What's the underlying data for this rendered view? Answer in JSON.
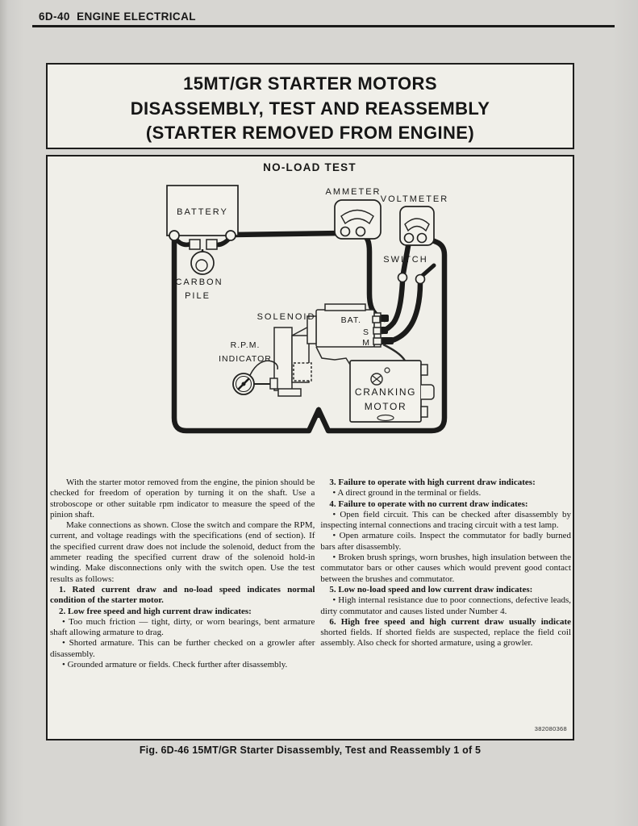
{
  "page": {
    "header": "6D-40  ENGINE ELECTRICAL",
    "title_lines": [
      "15MT/GR STARTER MOTORS",
      "DISASSEMBLY, TEST AND REASSEMBLY",
      "(STARTER REMOVED FROM ENGINE)"
    ],
    "figure_number": "382080368",
    "caption": "Fig. 6D-46 15MT/GR Starter Disassembly, Test and Reassembly 1 of 5"
  },
  "diagram": {
    "title": "NO-LOAD TEST",
    "labels": {
      "battery": "BATTERY",
      "ammeter": "AMMETER",
      "voltmeter": "VOLTMETER",
      "switch": "SWITCH",
      "carbon_line1": "CARBON",
      "carbon_line2": "PILE",
      "solenoid": "SOLENOID",
      "rpm_line1": "R.P.M.",
      "rpm_line2": "INDICATOR",
      "terminal_bat": "BAT.",
      "terminal_s": "S",
      "terminal_m": "M",
      "motor_line1": "CRANKING",
      "motor_line2": "MOTOR"
    }
  },
  "columns": {
    "left": [
      {
        "type": "plain",
        "text": "With the starter motor removed from the engine, the pinion should be checked for freedom of operation by turning it on the shaft. Use a stroboscope or other suitable rpm indicator to measure the speed of the pinion shaft."
      },
      {
        "type": "plain",
        "text": "Make connections as shown. Close the switch and compare the RPM, current, and voltage readings with the specifications (end of section). If the specified current draw does not include the solenoid, deduct from the ammeter reading the specified current draw of the solenoid hold-in winding. Make disconnections only with the switch open. Use the test results as follows:"
      },
      {
        "type": "bold",
        "text": "1. Rated current draw and no-load speed indicates normal condition of the starter motor."
      },
      {
        "type": "bold",
        "text": "2. Low free speed and high current draw indicates:"
      },
      {
        "type": "bullet",
        "text": "• Too much friction — tight, dirty, or worn bearings, bent armature shaft allowing armature to drag."
      },
      {
        "type": "bullet",
        "text": "• Shorted armature. This can be further checked on a growler after disassembly."
      },
      {
        "type": "bullet",
        "text": "• Grounded armature or fields. Check further after disassembly."
      }
    ],
    "right": [
      {
        "type": "bold",
        "text": "3. Failure to operate with high current draw indicates:"
      },
      {
        "type": "bullet",
        "text": "• A direct ground in the terminal or fields."
      },
      {
        "type": "bold",
        "text": "4. Failure to operate with no current draw indicates:"
      },
      {
        "type": "bullet",
        "text": "• Open field circuit. This can be checked after disassembly by inspecting internal connections and tracing circuit with a test lamp."
      },
      {
        "type": "bullet",
        "text": "• Open armature coils. Inspect the commutator for badly burned bars after disassembly."
      },
      {
        "type": "bullet",
        "text": "• Broken brush springs, worn brushes, high insulation between the commutator bars or other causes which would prevent good contact between the brushes and commutator."
      },
      {
        "type": "bold",
        "text": "5. Low no-load speed and low current draw indicates:"
      },
      {
        "type": "bullet",
        "text": "• High internal resistance due to poor connections, defective leads, dirty commutator and causes listed under Number 4."
      },
      {
        "type": "mixed",
        "bold": "6. High free speed and high current draw usually indicate",
        "text": " shorted fields. If shorted fields are suspected, replace the field coil assembly. Also check for shorted armature, using a growler."
      }
    ]
  }
}
